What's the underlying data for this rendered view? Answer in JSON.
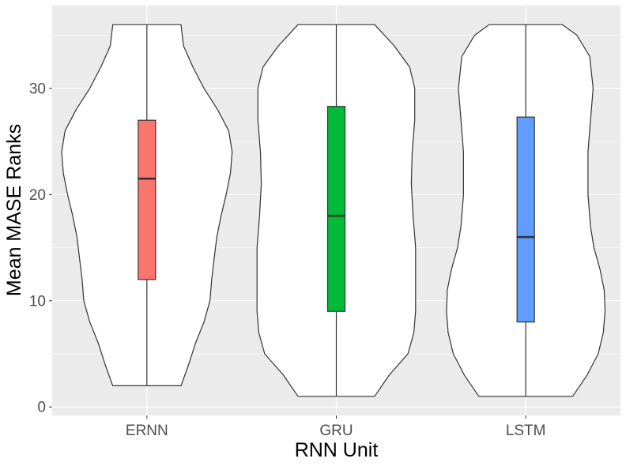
{
  "chart_data": {
    "type": "violin",
    "xlabel": "RNN Unit",
    "ylabel": "Mean MASE Ranks",
    "categories": [
      "ERNN",
      "GRU",
      "LSTM"
    ],
    "ylim": [
      -0.8,
      37.8
    ],
    "yticks": [
      0,
      10,
      20,
      30
    ],
    "ytick_labels": [
      "0",
      "10",
      "20",
      "30"
    ],
    "grid": true,
    "legend": "none",
    "panel_background": "#ebebeb",
    "grid_color": "#ffffff",
    "series": [
      {
        "category": "ERNN",
        "color": "#f8766d",
        "min": 2,
        "q1": 12,
        "median": 21.5,
        "q3": 27,
        "max": 36,
        "violin_profile": [
          [
            2,
            0.4
          ],
          [
            4,
            0.49
          ],
          [
            6,
            0.57
          ],
          [
            8,
            0.67
          ],
          [
            10,
            0.74
          ],
          [
            12,
            0.76
          ],
          [
            14,
            0.79
          ],
          [
            16,
            0.82
          ],
          [
            18,
            0.87
          ],
          [
            20,
            0.93
          ],
          [
            22,
            0.98
          ],
          [
            24,
            1.0
          ],
          [
            26,
            0.96
          ],
          [
            28,
            0.83
          ],
          [
            30,
            0.67
          ],
          [
            32,
            0.54
          ],
          [
            34,
            0.43
          ],
          [
            36,
            0.4
          ]
        ]
      },
      {
        "category": "GRU",
        "color": "#00ba38",
        "min": 1,
        "q1": 9,
        "median": 18,
        "q3": 28.3,
        "max": 36,
        "violin_profile": [
          [
            1,
            0.45
          ],
          [
            3,
            0.62
          ],
          [
            5,
            0.84
          ],
          [
            7,
            0.91
          ],
          [
            9,
            0.93
          ],
          [
            12,
            0.93
          ],
          [
            15,
            0.93
          ],
          [
            18,
            0.9
          ],
          [
            21,
            0.88
          ],
          [
            24,
            0.89
          ],
          [
            27,
            0.92
          ],
          [
            30,
            0.92
          ],
          [
            32,
            0.86
          ],
          [
            34,
            0.68
          ],
          [
            36,
            0.45
          ]
        ]
      },
      {
        "category": "LSTM",
        "color": "#619cff",
        "min": 1,
        "q1": 8,
        "median": 16,
        "q3": 27.3,
        "max": 36,
        "violin_profile": [
          [
            1,
            0.55
          ],
          [
            3,
            0.72
          ],
          [
            5,
            0.85
          ],
          [
            7,
            0.91
          ],
          [
            9,
            0.93
          ],
          [
            11,
            0.92
          ],
          [
            13,
            0.87
          ],
          [
            15,
            0.8
          ],
          [
            17,
            0.76
          ],
          [
            20,
            0.73
          ],
          [
            24,
            0.73
          ],
          [
            27,
            0.76
          ],
          [
            30,
            0.79
          ],
          [
            33,
            0.75
          ],
          [
            35,
            0.6
          ],
          [
            36,
            0.43
          ]
        ]
      }
    ]
  }
}
